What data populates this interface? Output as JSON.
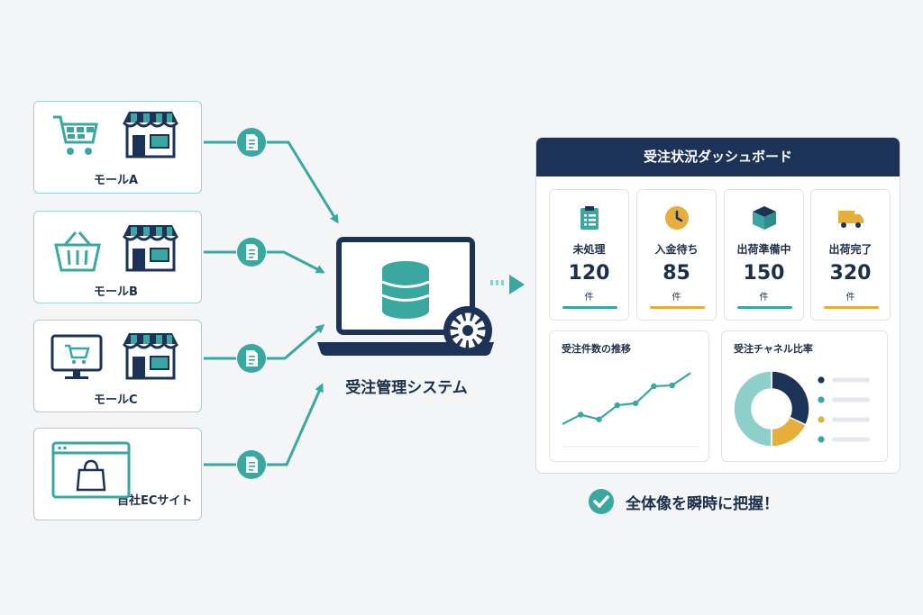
{
  "sources": [
    {
      "label": "モールA",
      "icon": "shopping-cart-icon"
    },
    {
      "label": "モールB",
      "icon": "shopping-basket-icon"
    },
    {
      "label": "モールC",
      "icon": "monitor-cart-icon"
    },
    {
      "label": "自社ECサイト",
      "icon": "browser-bag-icon"
    }
  ],
  "system": {
    "label": "受注管理システム"
  },
  "dashboard": {
    "title": "受注状況ダッシュボード",
    "kpis": [
      {
        "label": "未処理",
        "value": "120",
        "unit": "件",
        "icon": "clipboard-icon",
        "color": "#3aa8a1"
      },
      {
        "label": "入金待ち",
        "value": "85",
        "unit": "件",
        "icon": "clock-icon",
        "color": "#e6ae3a"
      },
      {
        "label": "出荷準備中",
        "value": "150",
        "unit": "件",
        "icon": "package-icon",
        "color": "#3aa8a1"
      },
      {
        "label": "出荷完了",
        "value": "320",
        "unit": "件",
        "icon": "truck-icon",
        "color": "#e6ae3a"
      }
    ],
    "trend_title": "受注件数の推移",
    "ratio_title": "受注チャネル比率"
  },
  "chart_data": [
    {
      "type": "line",
      "title": "受注件数の推移",
      "x": [
        1,
        2,
        3,
        4,
        5,
        6,
        7,
        8
      ],
      "values": [
        2,
        3,
        2.5,
        4,
        4.2,
        6,
        6.1,
        7.4
      ],
      "color": "#3aa8a1"
    },
    {
      "type": "pie",
      "title": "受注チャネル比率",
      "values": [
        32,
        18,
        50
      ],
      "colors": [
        "#1c3357",
        "#e6ae3a",
        "#8fcfc9"
      ],
      "legend_colors": [
        "#1c3357",
        "#3aa8a1",
        "#e6ae3a",
        "#3aa8a1"
      ]
    }
  ],
  "footer": {
    "message": "全体像を瞬時に把握！"
  },
  "colors": {
    "teal": "#3aa8a1",
    "navy": "#1c3357",
    "amber": "#e6ae3a"
  }
}
